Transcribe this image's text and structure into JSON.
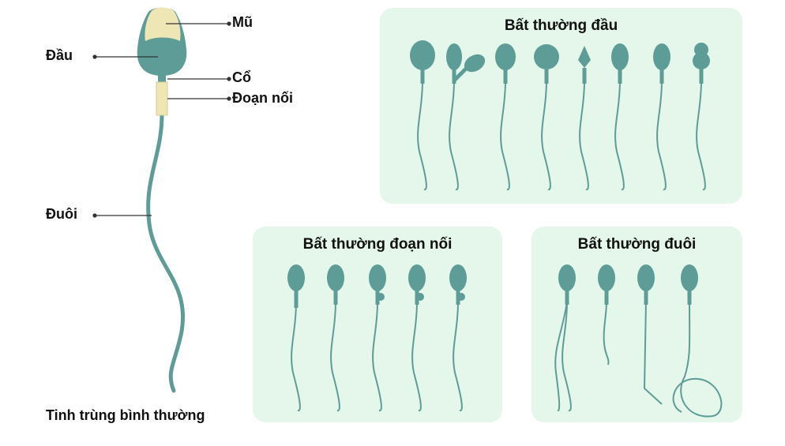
{
  "normal": {
    "labels": {
      "cap": "Mũ",
      "head": "Đầu",
      "neck": "Cổ",
      "midpiece": "Đoạn nối",
      "tail": "Đuôi"
    },
    "caption": "Tinh trùng bình thường"
  },
  "panels": {
    "head_abnormal": {
      "title": "Bất thường đầu",
      "count": 8
    },
    "midpiece_abnormal": {
      "title": "Bất thường đoạn nối",
      "count": 5
    },
    "tail_abnormal": {
      "title": "Bất thường đuôi",
      "count": 4
    }
  },
  "colors": {
    "sperm": "#5e9c98",
    "cap": "#efe6b5",
    "panel": "#e4f7ea"
  }
}
